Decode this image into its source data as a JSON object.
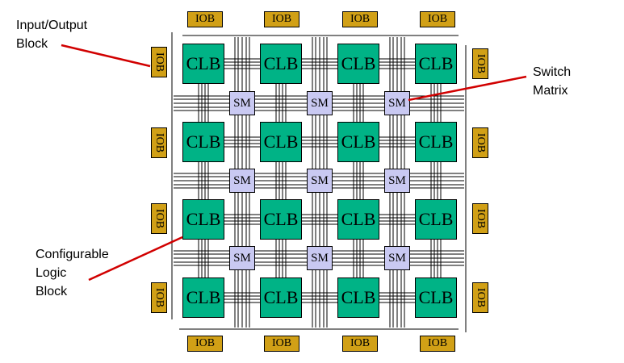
{
  "labels": {
    "io_line1": "Input/Output",
    "io_line2": "Block",
    "sm_line1": "Switch",
    "sm_line2": "Matrix",
    "cl_line1": "Configurable",
    "cl_line2": "Logic",
    "cl_line3": "Block"
  },
  "block_text": {
    "clb": "CLB",
    "sm": "SM",
    "iob": "IOB"
  },
  "grid": {
    "clb_rows": 4,
    "clb_cols": 4,
    "sm_rows": 3,
    "sm_cols": 3,
    "iob_per_side": 4
  },
  "colors": {
    "clb": "#00b386",
    "sm": "#c9c9f2",
    "iob": "#d1a016",
    "pointer": "#d10000",
    "wire": "#000000"
  }
}
